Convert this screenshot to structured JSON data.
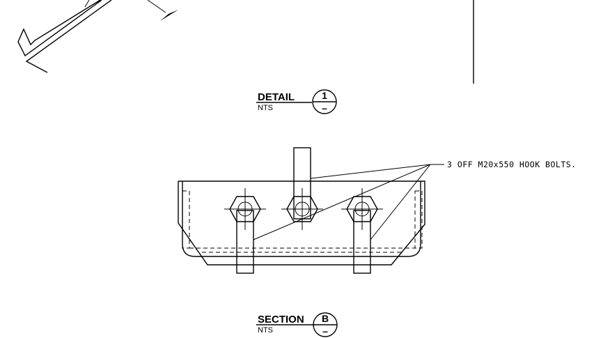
{
  "detail_label": {
    "title": "DETAIL",
    "scale": "NTS",
    "number": "1",
    "sheet": "–"
  },
  "section_label": {
    "title": "SECTION",
    "scale": "NTS",
    "letter": "B",
    "sheet": "–"
  },
  "callout": {
    "text": "3 OFF M20x550 HOOK BOLTS."
  }
}
